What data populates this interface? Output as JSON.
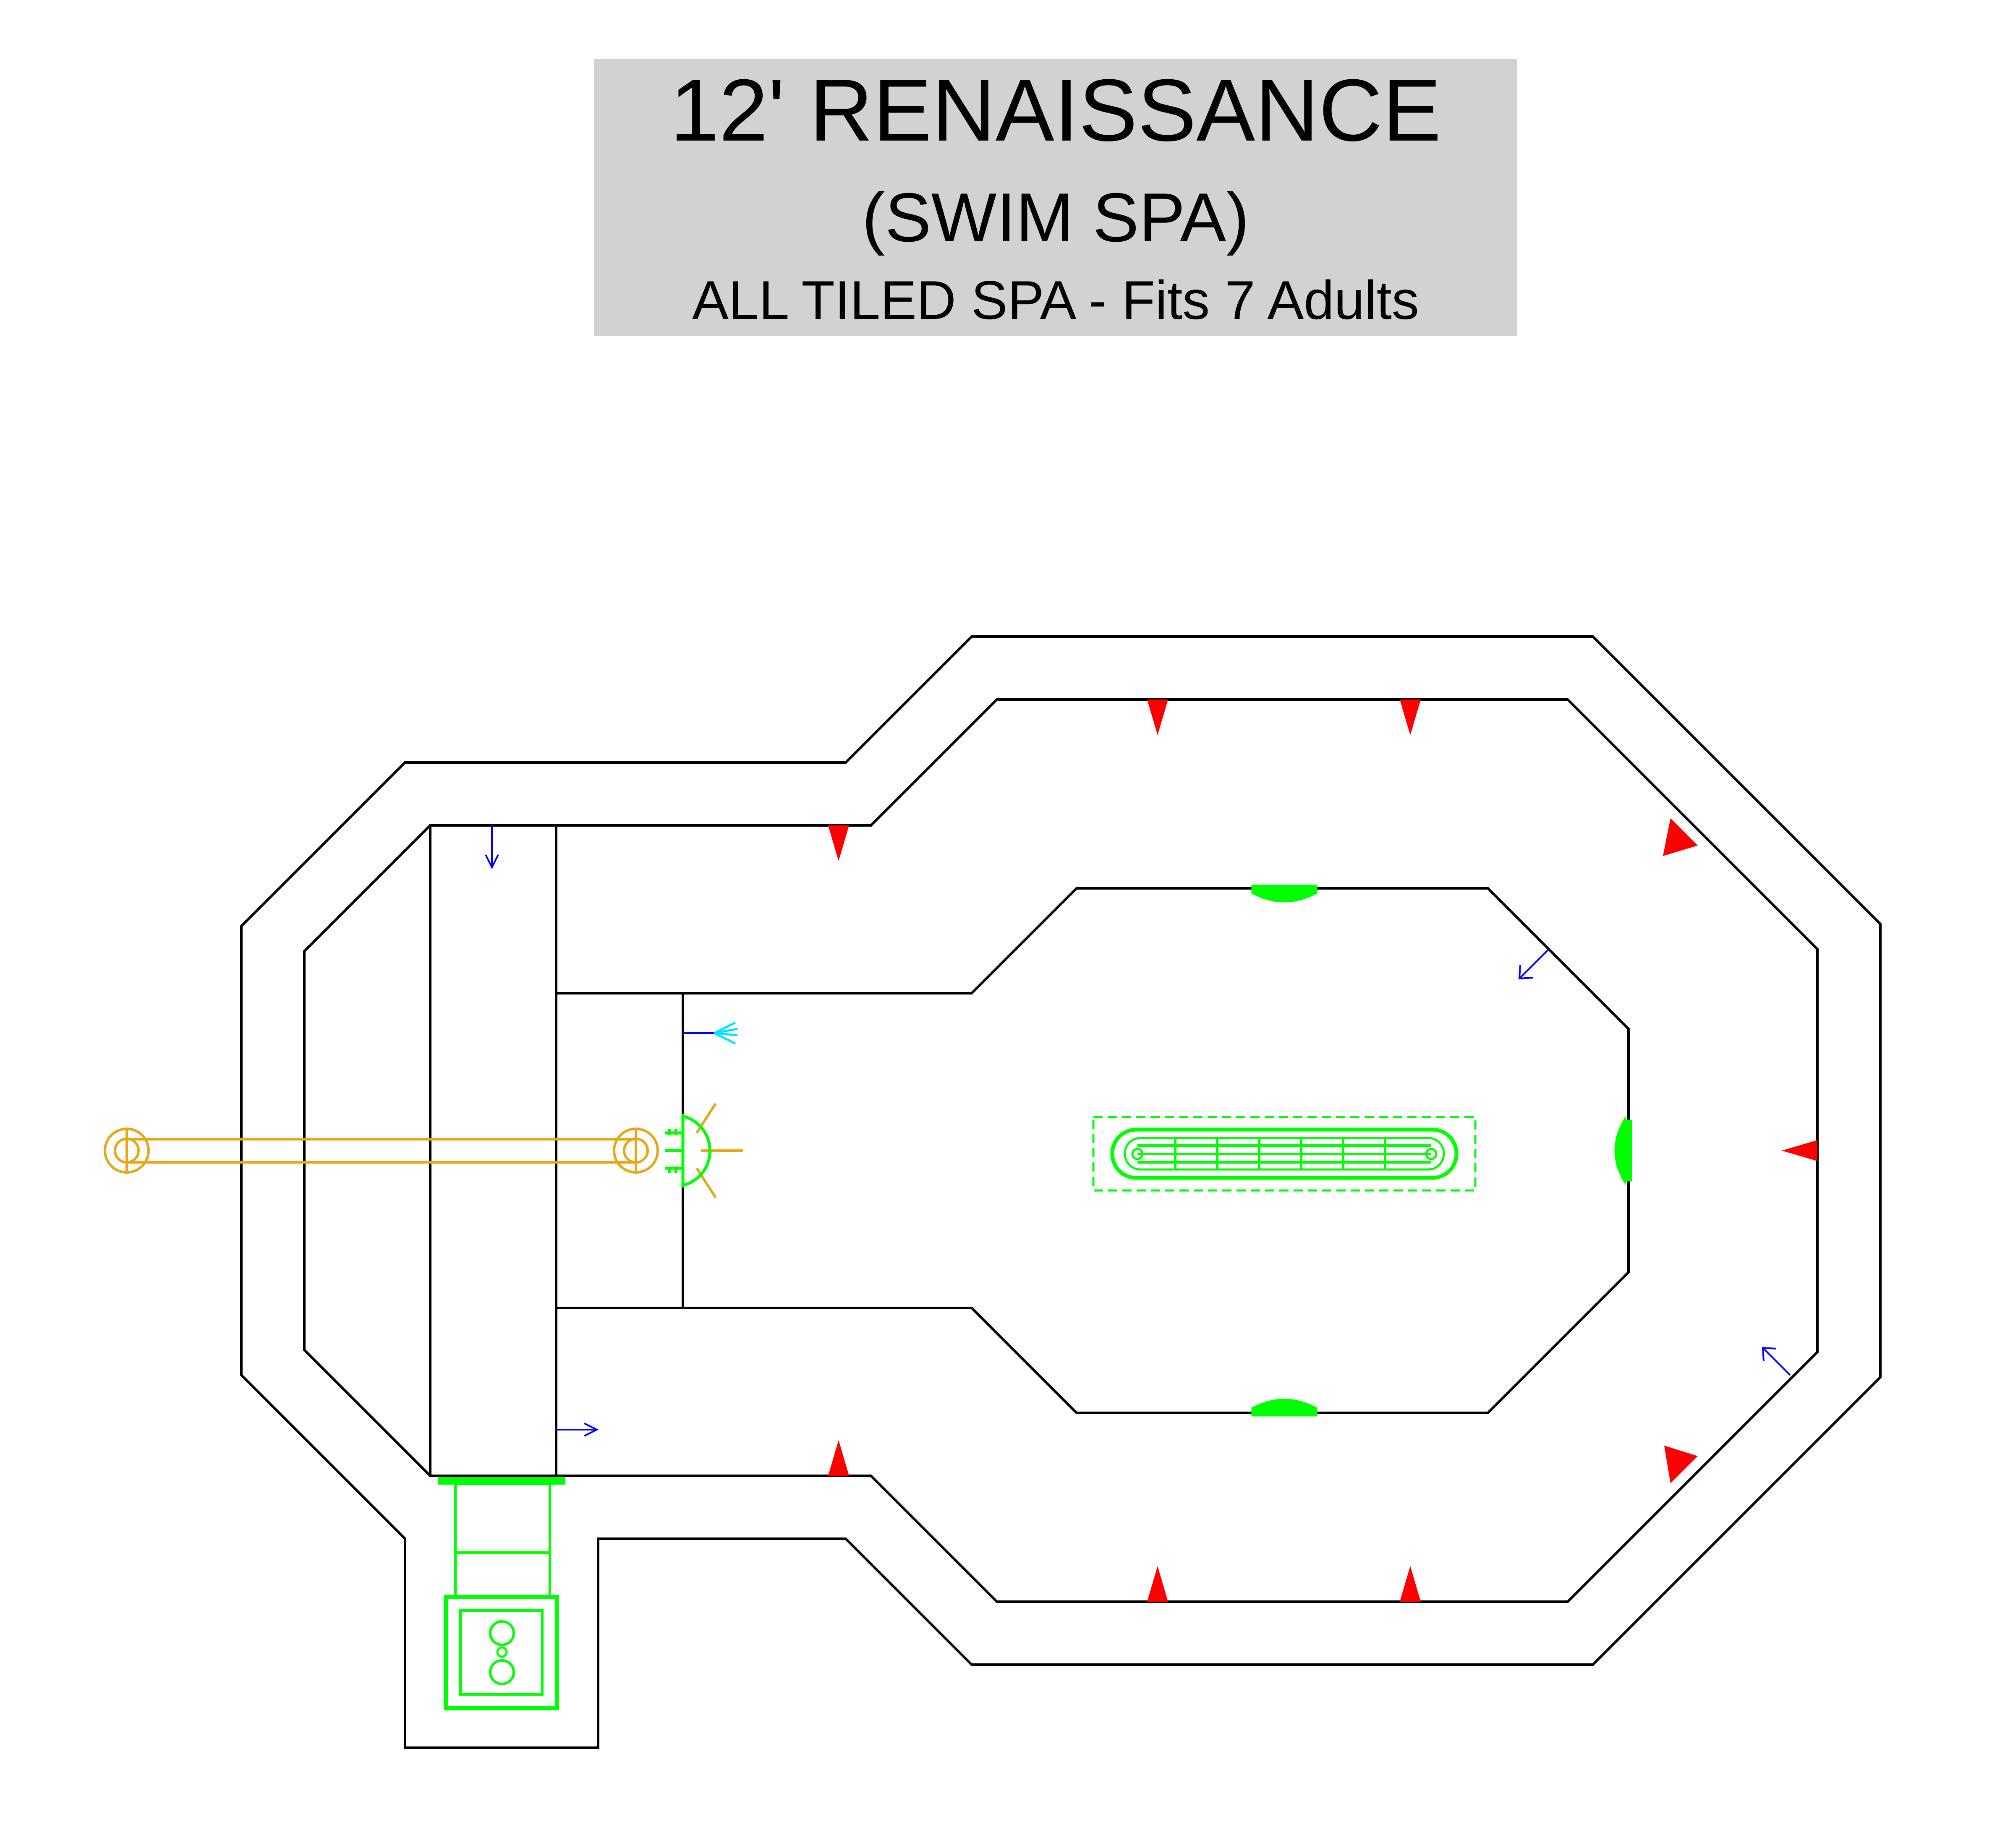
{
  "title_box": {
    "line1": "12' RENAISSANCE",
    "line2": "(SWIM SPA)",
    "line3": "ALL TILED SPA - Fits 7 Adults",
    "fill": "#d1d2d1"
  },
  "colors": {
    "outline": "#000000",
    "jet": "#ff0000",
    "fitting": "#00ff00",
    "rail": "#e6a817",
    "flow_arrow": "#0000ff",
    "fountain": "#00e5ff"
  },
  "icons": {
    "jet": "red-triangle-jet-icon",
    "flow": "blue-flow-arrow-icon",
    "skimmer": "skimmer-icon",
    "drain": "main-drain-icon",
    "light": "underwater-light-icon",
    "handrail": "handrail-icon"
  }
}
